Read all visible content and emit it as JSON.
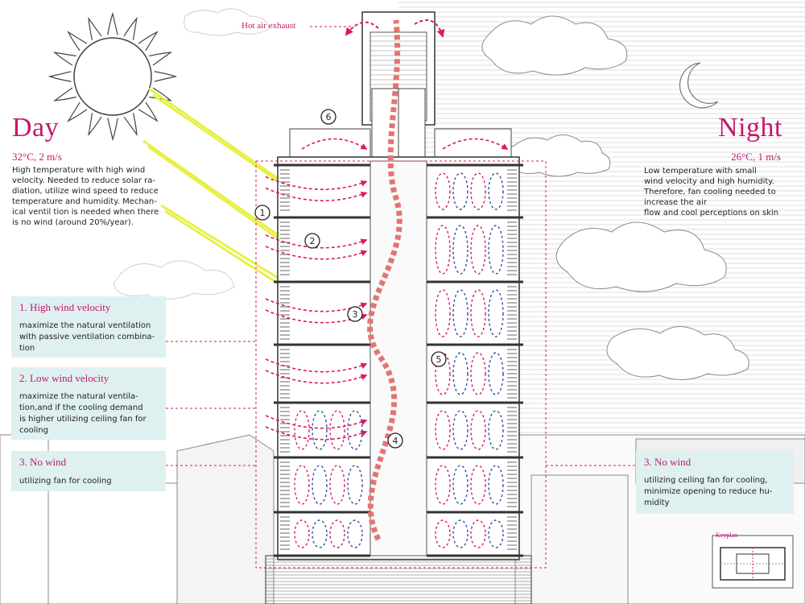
{
  "day": {
    "title": "Day",
    "conditions": "32°C, 2 m/s",
    "description": [
      "High temperature with high wind",
      "velocity. Needed to reduce solar ra-",
      "diation, utilize wind speed to reduce",
      "temperature and humidity. Mechan-",
      "ical ventil tion is needed when there",
      "is no wind (around 20%/year)."
    ]
  },
  "night": {
    "title": "Night",
    "conditions": "26°C, 1 m/s",
    "description": [
      "Low temperature with small",
      "wind velocity and high humidity.",
      "Therefore, fan cooling needed to",
      "increase the air",
      "flow and cool perceptions on skin"
    ]
  },
  "hot_air_exhaust": "Hot air exhaust",
  "day_strategies": [
    {
      "title": "1. High wind velocity",
      "description": [
        "maximize the natural ventilation",
        "with passive ventilation combina-",
        "tion"
      ]
    },
    {
      "title": "2. Low wind velocity",
      "description": [
        "maximize the natural ventila-",
        "tion,and if the cooling demand",
        "is higher utilizing ceiling fan for",
        "cooling"
      ]
    },
    {
      "title": "3. No wind",
      "description": [
        "utilizing fan for cooling"
      ]
    }
  ],
  "night_strategy": {
    "title": "3. No wind",
    "description": [
      "utilizing ceiling fan for cooling,",
      "minimize opening to reduce hu-",
      "midity"
    ]
  },
  "markers": [
    "1",
    "2",
    "3",
    "4",
    "5",
    "6"
  ],
  "keyplan": "Keyplan",
  "colors": {
    "accent": "#c2186b",
    "box_fill": "#dff0f0",
    "sun_ray": "#e8f04a",
    "airflow_red": "#d81b60",
    "airflow_blue": "#3949ab",
    "exhaust_arrow": "#e57373"
  }
}
